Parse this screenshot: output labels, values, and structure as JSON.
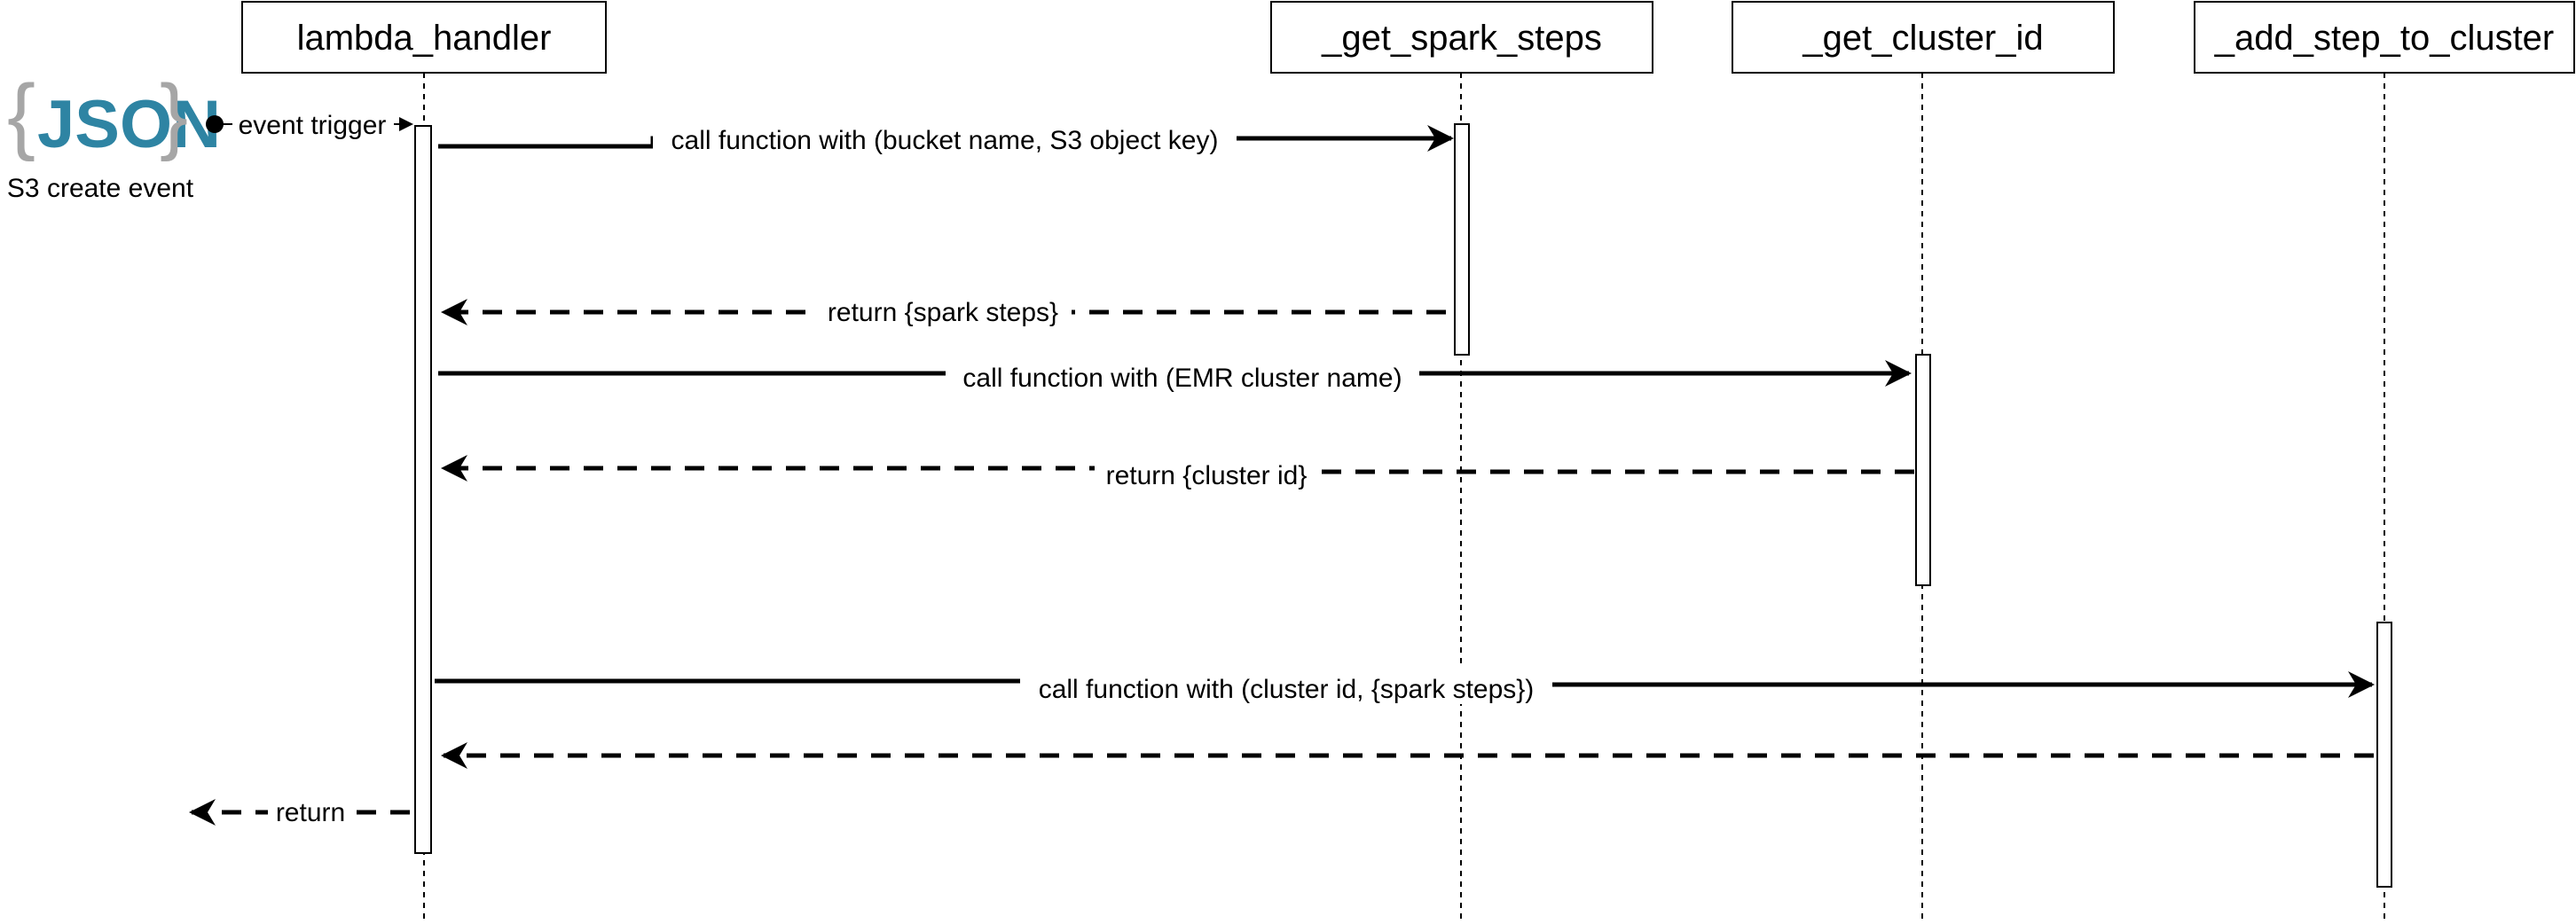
{
  "lifelines": [
    {
      "id": "lambda_handler",
      "label": "lambda_handler"
    },
    {
      "id": "get_spark_steps",
      "label": "_get_spark_steps"
    },
    {
      "id": "get_cluster_id",
      "label": "_get_cluster_id"
    },
    {
      "id": "add_step_to_cluster",
      "label": "_add_step_to_cluster"
    }
  ],
  "source": {
    "icon_label": "JSON",
    "caption": "S3 create event",
    "trigger_label": "event trigger"
  },
  "messages": [
    {
      "from": "lambda_handler",
      "to": "get_spark_steps",
      "style": "solid",
      "label": "call function with (bucket name, S3 object key)"
    },
    {
      "from": "get_spark_steps",
      "to": "lambda_handler",
      "style": "dashed",
      "label": "return {spark steps}"
    },
    {
      "from": "lambda_handler",
      "to": "get_cluster_id",
      "style": "solid",
      "label": "call function with (EMR cluster name)"
    },
    {
      "from": "get_cluster_id",
      "to": "lambda_handler",
      "style": "dashed",
      "label": "return {cluster id}"
    },
    {
      "from": "lambda_handler",
      "to": "add_step_to_cluster",
      "style": "solid",
      "label": "call function with (cluster id, {spark steps})"
    },
    {
      "from": "add_step_to_cluster",
      "to": "lambda_handler",
      "style": "dashed",
      "label": ""
    },
    {
      "from": "lambda_handler",
      "to": "caller",
      "style": "dashed",
      "label": "return"
    }
  ],
  "colors": {
    "json_braces": "#a6a6a6",
    "json_text": "#2e84a3",
    "lines": "#000000"
  }
}
